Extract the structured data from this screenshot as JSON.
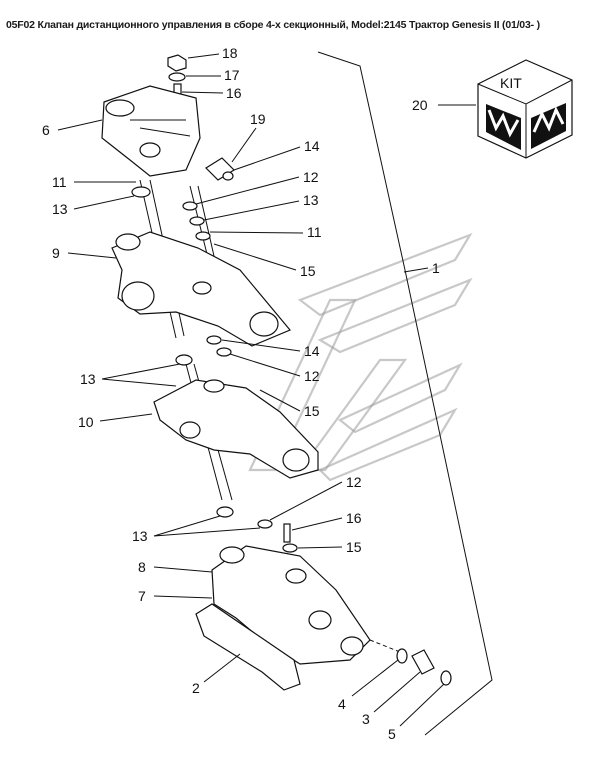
{
  "title": "05F02 Клапан дистанционного управления в сборе 4-х секционный, Model:2145 Трактор Genesis II (01/03- )",
  "kit": {
    "text": "KIT",
    "number": "20"
  },
  "callouts": [
    "18",
    "17",
    "16",
    "6",
    "19",
    "14",
    "11",
    "12",
    "13",
    "13",
    "11",
    "9",
    "15",
    "1",
    "14",
    "13",
    "12",
    "10",
    "15",
    "12",
    "13",
    "16",
    "15",
    "8",
    "7",
    "2",
    "4",
    "3",
    "5"
  ]
}
